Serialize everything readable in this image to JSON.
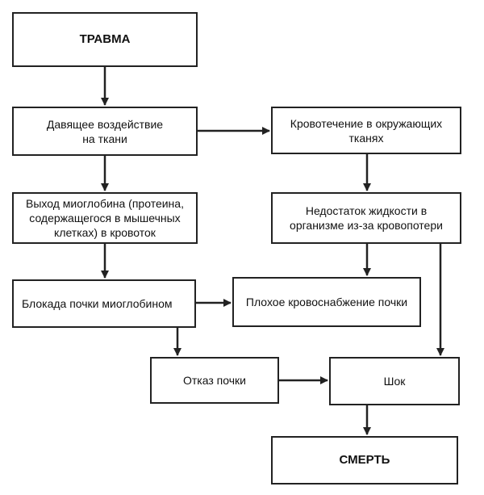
{
  "nodes": {
    "trauma": "ТРАВМА",
    "pressure": "Давящее воздействие\nна ткани",
    "bleeding": "Кровотечение в окружающих\nтканях",
    "myoglobin_release": "Выход миоглобина (протеина,\nсодержащегося в мышечных\nклетках) в кровоток",
    "fluid_deficit": "Недостаток жидкости в\nорганизме из-за кровопотери",
    "kidney_block": "Блокада почки миоглобином",
    "poor_blood_supply": "Плохое кровоснабжение почки",
    "kidney_failure": "Отказ почки",
    "shock": "Шок",
    "death": "СМЕРТЬ"
  }
}
